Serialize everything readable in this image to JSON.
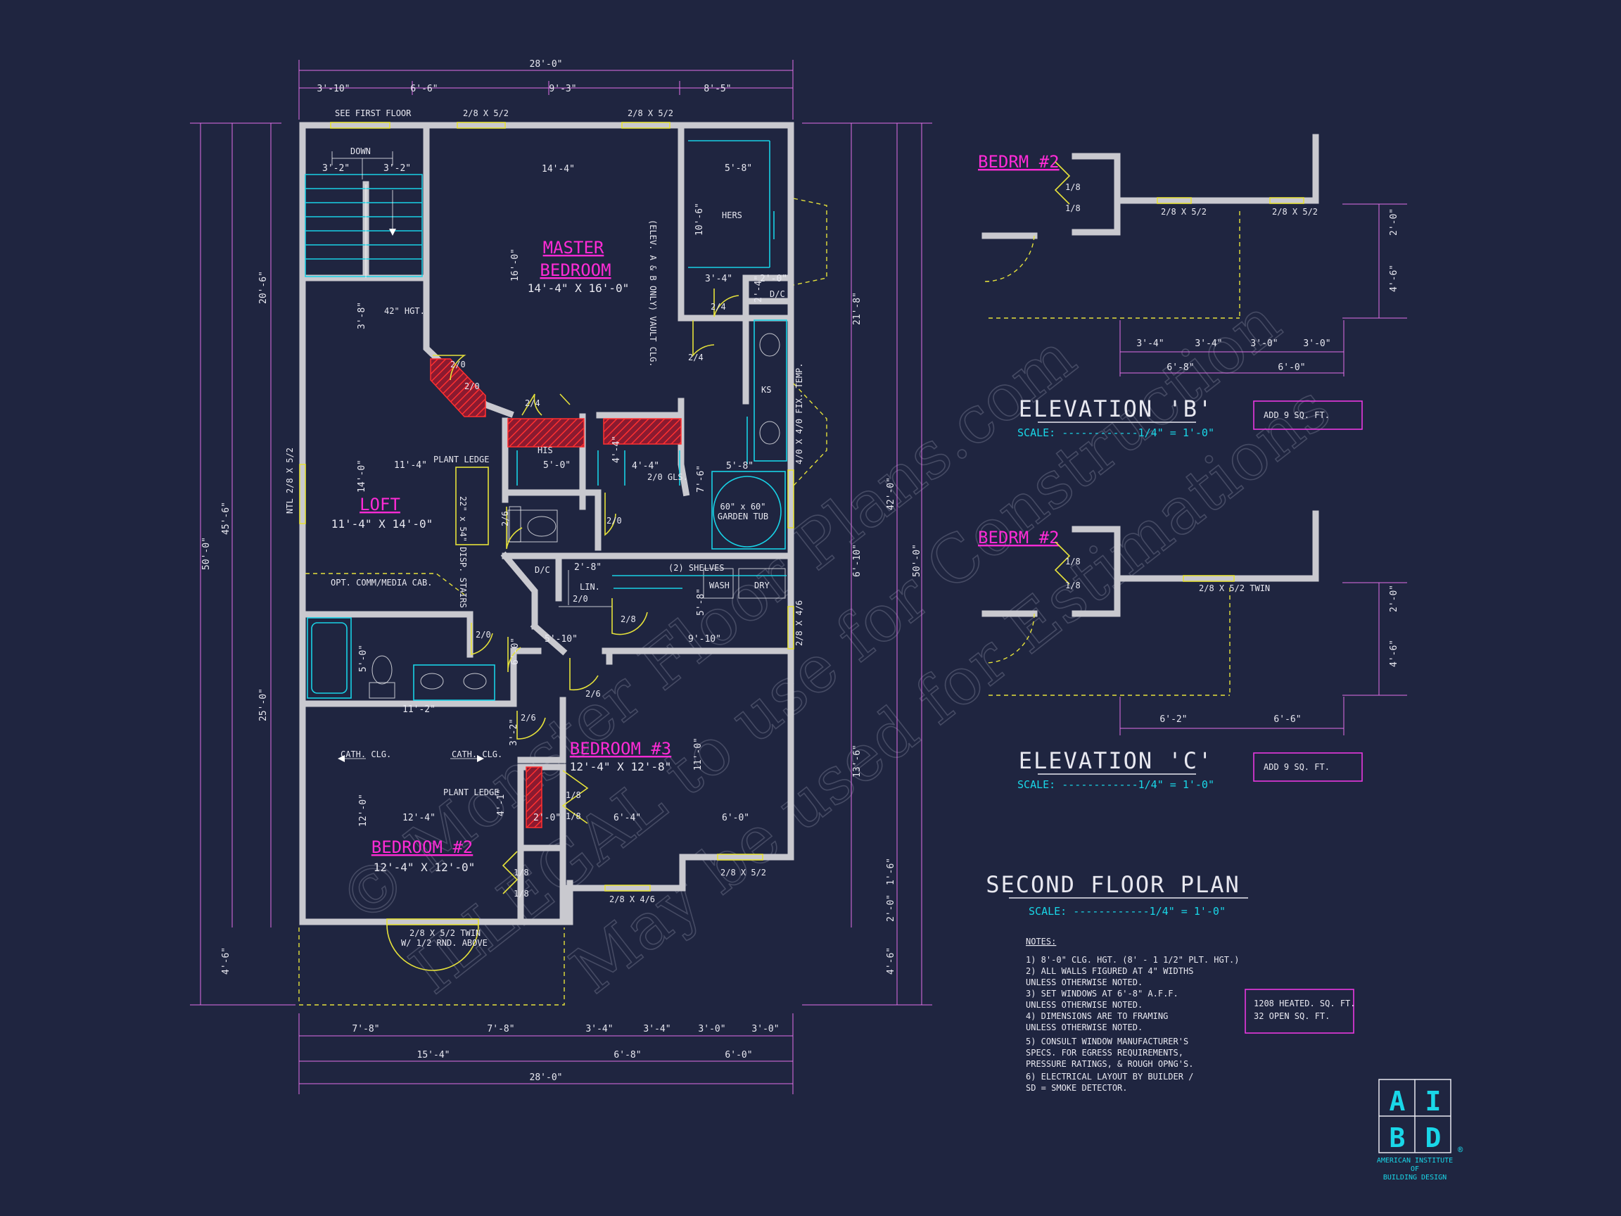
{
  "plan": {
    "title": "SECOND FLOOR PLAN",
    "scale": "SCALE: ------------1/4\" = 1'-0\"",
    "rooms": {
      "master": {
        "name1": "MASTER",
        "name2": "BEDROOM",
        "size": "14'-4\" X 16'-0\""
      },
      "loft": {
        "name": "LOFT",
        "size": "11'-4\" X 14'-0\""
      },
      "bed3": {
        "name": "BEDROOM #3",
        "size": "12'-4\" X 12'-8\""
      },
      "bed2": {
        "name": "BEDROOM #2",
        "size": "12'-4\" X 12'-0\""
      }
    },
    "labels": {
      "see_first": "SEE FIRST FLOOR",
      "down": "DOWN",
      "hgt42": "42\" HGT.",
      "plant1": "PLANT LEDGE",
      "plant2": "PLANT LEDGE",
      "hers": "HERS",
      "his": "HIS",
      "dc1": "D/C",
      "dc2": "D/C",
      "ks": "KS",
      "lin": "LIN.",
      "shelves": "(2) SHELVES",
      "wash": "WASH",
      "dry": "DRY",
      "tub": "60\" x 60\"",
      "tub2": "GARDEN TUB",
      "gls": "2/0 GLS.",
      "optcomm": "OPT. COMM/MEDIA CAB.",
      "disp": "22\" x 54\" DISP. STAIRS",
      "vault": "(ELEV. A & B ONLY) VAULT CLG.",
      "cath1": "CATH. CLG.",
      "cath2": "CATH. CLG.",
      "twin": "2/8 X 5/2 TWIN",
      "twin2": "W/ 1/2 RND. ABOVE",
      "ntl": "NTL 2/8 X 5/2",
      "fixtemp": "4/0 X 4/0 FIX. TEMP.",
      "w28x416a": "2/8 X 4/6",
      "w28x416b": "2/8 X 4/6",
      "w28x52a": "2/8 X 5/2",
      "w28x52b": "2/8 X 5/2",
      "w28x52c": "2/8 X 5/2"
    },
    "doors": [
      "2/0",
      "2/0",
      "2/4",
      "2/4",
      "2/4",
      "2/6",
      "2/0",
      "2/0",
      "2/8",
      "2/6",
      "2/6",
      "2/0",
      "1/8",
      "1/8",
      "1/8",
      "1/8"
    ],
    "dims_top_overall": "28'-0\"",
    "dims_top": [
      "3'-10\"",
      "6'-6\"",
      "9'-3\"",
      "8'-5\""
    ],
    "dims_bottom_row1": [
      "7'-8\"",
      "7'-8\"",
      "3'-4\"",
      "3'-4\"",
      "3'-0\"",
      "3'-0\""
    ],
    "dims_bottom_row2": [
      "15'-4\"",
      "6'-8\"",
      "6'-0\""
    ],
    "dims_bottom_overall": "28'-0\"",
    "dims_left": [
      "20'-6\"",
      "25'-0\"",
      "45'-6\"",
      "50'-0\"",
      "4'-6\""
    ],
    "dims_right": [
      "21'-8\"",
      "13'-6\"",
      "42'-0\"",
      "50'-0\"",
      "1'-6\"",
      "2'-0\"",
      "4'-6\""
    ],
    "interior_dims": [
      "3'-2\"",
      "3'-2\"",
      "14'-4\"",
      "16'-0\"",
      "3'-8\"",
      "5'-8\"",
      "10'-6\"",
      "3'-4\"",
      "2'-0\"",
      "2'-4\"",
      "11'-4\"",
      "14'-0\"",
      "5'-0\"",
      "4'-4\"",
      "4'-4\"",
      "5'-8\"",
      "7'-6\"",
      "6'-10\"",
      "2'-8\"",
      "5'-8\"",
      "11'-0\"",
      "5'-10\"",
      "9'-10\"",
      "5'-0\"",
      "6'-0\"",
      "3'-2\"",
      "11'-2\"",
      "12'-4\"",
      "2'-0\"",
      "6'-4\"",
      "6'-0\"",
      "4'-1\"",
      "12'-0\""
    ]
  },
  "elevB": {
    "label": "BEDRM #2",
    "title": "ELEVATION 'B'",
    "scale": "SCALE: ------------1/4\" = 1'-0\"",
    "add": "ADD 9 SQ. FT.",
    "win1": "2/8 X 5/2",
    "win2": "2/8 X 5/2",
    "doors": [
      "1/8",
      "1/8"
    ],
    "dims": [
      "3'-4\"",
      "3'-4\"",
      "3'-0\"",
      "3'-0\"",
      "6'-8\"",
      "6'-0\"",
      "2'-0\"",
      "4'-6\""
    ]
  },
  "elevC": {
    "label": "BEDRM #2",
    "title": "ELEVATION 'C'",
    "scale": "SCALE: ------------1/4\" = 1'-0\"",
    "add": "ADD 9 SQ. FT.",
    "win": "2/8 X 5/2 TWIN",
    "doors": [
      "1/8",
      "1/8"
    ],
    "dims": [
      "6'-2\"",
      "6'-6\"",
      "2'-0\"",
      "4'-6\""
    ]
  },
  "notes": {
    "heading": "NOTES:",
    "lines": [
      "1) 8'-0\"  CLG. HGT. (8' - 1 1/2\" PLT. HGT.)",
      "2) ALL  WALLS FIGURED AT 4\" WIDTHS",
      "    UNLESS OTHERWISE NOTED.",
      "3) SET WINDOWS AT 6'-8\" A.F.F.",
      "    UNLESS OTHERWISE NOTED.",
      "4) DIMENSIONS ARE TO FRAMING",
      "    UNLESS OTHERWISE NOTED.",
      "5) CONSULT WINDOW MANUFACTURER'S",
      "    SPECS. FOR EGRESS REQUIREMENTS,",
      "    PRESSURE RATINGS, & ROUGH OPNG'S.",
      "6) ELECTRICAL LAYOUT BY BUILDER /",
      "    SD = SMOKE DETECTOR."
    ]
  },
  "area": {
    "line1": "1208 HEATED. SQ. FT.",
    "line2": "32 OPEN SQ. FT."
  },
  "logo": {
    "l1": "A",
    "l2": "I",
    "l3": "B",
    "l4": "D",
    "reg": "®",
    "name1": "AMERICAN INSTITUTE",
    "name2": "OF",
    "name3": "BUILDING DESIGN"
  },
  "watermark": {
    "line1": "© Monster Floor Plans.com",
    "line2": "ILLEGAL to use for Construction",
    "line3": "May be used for Estimations"
  },
  "colors": {
    "background": "#1f2540",
    "magenta": "#ff2bd6",
    "cyan": "#19d7e8",
    "yellow": "#e6e23a",
    "red": "#ff3030",
    "wall": "#c9c9cf"
  }
}
